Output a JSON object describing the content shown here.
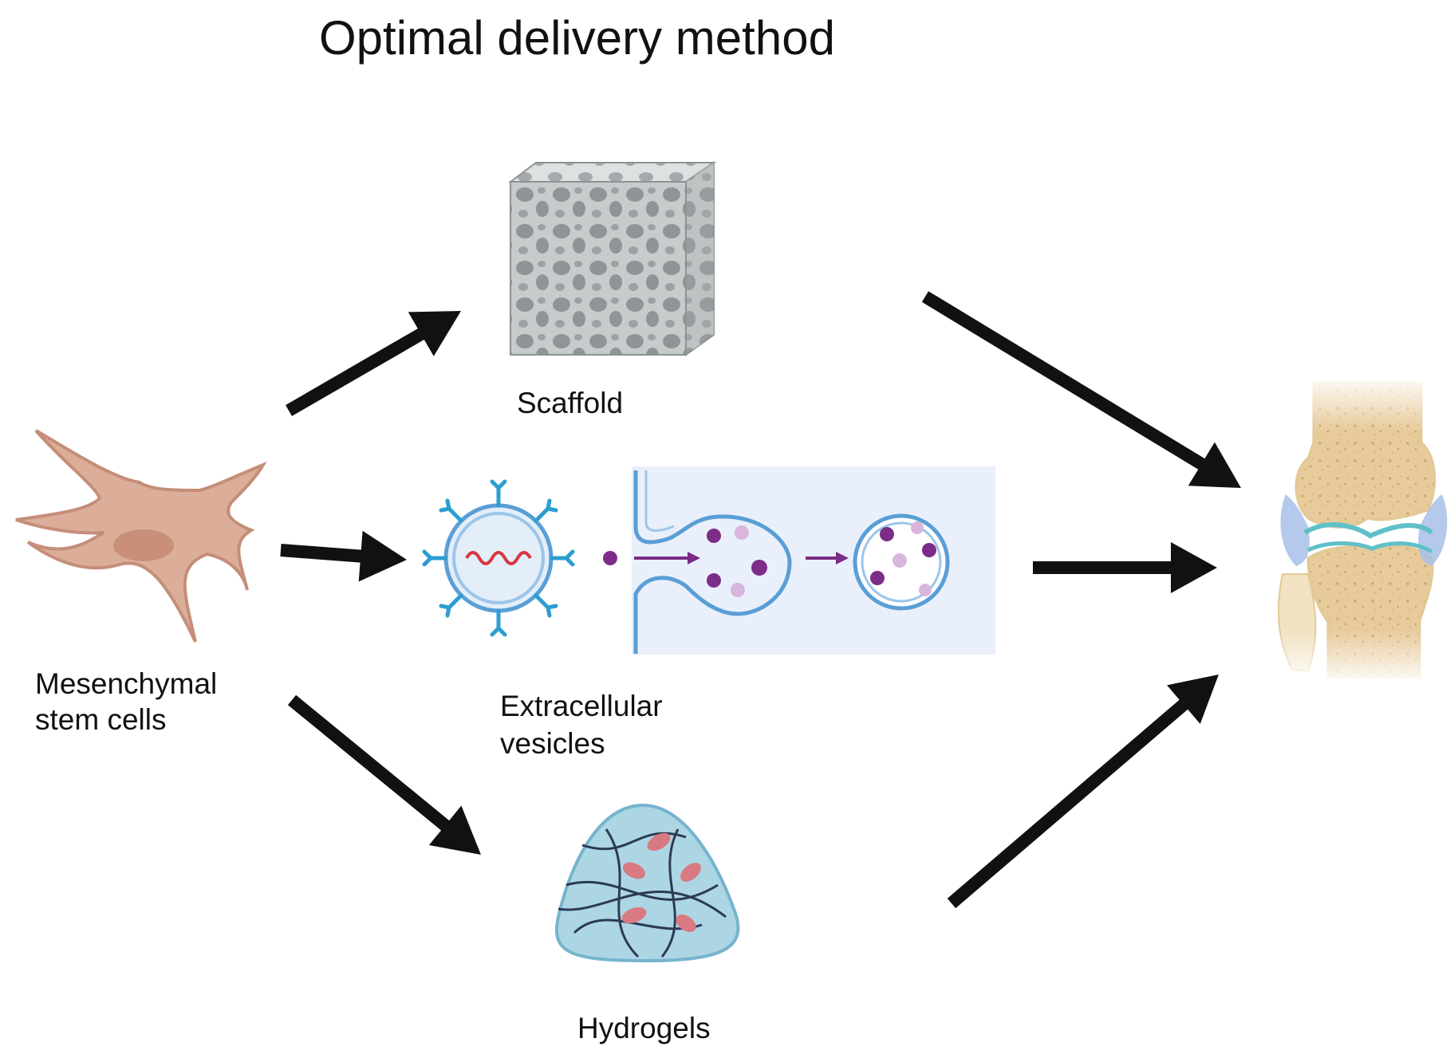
{
  "title": "Optimal delivery method",
  "source": {
    "label_line1": "Mesenchymal",
    "label_line2": "stem cells"
  },
  "methods": [
    {
      "id": "scaffold",
      "label_line1": "Scaffold",
      "label_line2": ""
    },
    {
      "id": "extracellular-vesicles",
      "label_line1": "Extracellular",
      "label_line2": "vesicles"
    },
    {
      "id": "hydrogels",
      "label_line1": "Hydrogels",
      "label_line2": ""
    }
  ],
  "target": {
    "icon": "knee-joint-icon"
  },
  "colors": {
    "arrow": "#111111",
    "cell": "#dcae9a",
    "cell_nucleus": "#c98f79",
    "scaffold": "#c6cbcb",
    "vesicle_membrane": "#5a9ed6",
    "vesicle_panel": "#e9f0fb",
    "cargo_dark": "#7b2d87",
    "cargo_light": "#d9b6dd",
    "rna": "#d9363e",
    "hydrogel": "#a9d4e4",
    "bone": "#e7cb9b",
    "cartilage": "#a7bfe8"
  }
}
